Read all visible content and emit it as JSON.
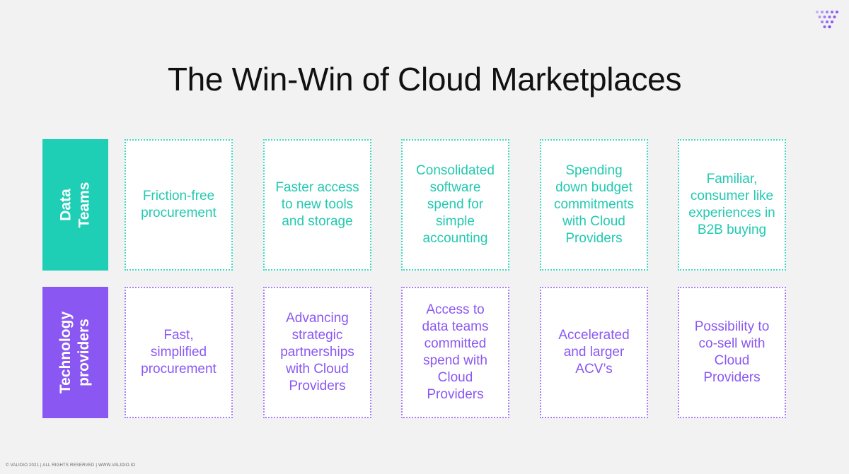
{
  "slide": {
    "title": "The Win-Win of Cloud Marketplaces",
    "footer": "© VALIDIO 2021 | ALL RIGHTS RESERVED | WWW.VALIDIO.IO",
    "logo_icon": "validio-dot-triangle-logo-icon"
  },
  "colors": {
    "background": "#f2f2f2",
    "teal": "#1ecfb6",
    "purple": "#8a57f3",
    "title": "#111111"
  },
  "rows": [
    {
      "label": "Data\nTeams",
      "cards": [
        "Friction-free\nprocurement",
        "Faster access\nto new tools\nand storage",
        "Consolidated\nsoftware\nspend for\nsimple\naccounting",
        "Spending\ndown budget\ncommitments\nwith Cloud\nProviders",
        "Familiar,\nconsumer like\nexperiences in\nB2B buying"
      ]
    },
    {
      "label": "Technology\nproviders",
      "cards": [
        "Fast,\nsimplified\nprocurement",
        "Advancing\nstrategic\npartnerships\nwith Cloud\nProviders",
        "Access to\ndata teams\ncommitted\nspend with\nCloud\nProviders",
        "Accelerated\nand larger\nACV’s",
        "Possibility to\nco-sell with\nCloud\nProviders"
      ]
    }
  ]
}
